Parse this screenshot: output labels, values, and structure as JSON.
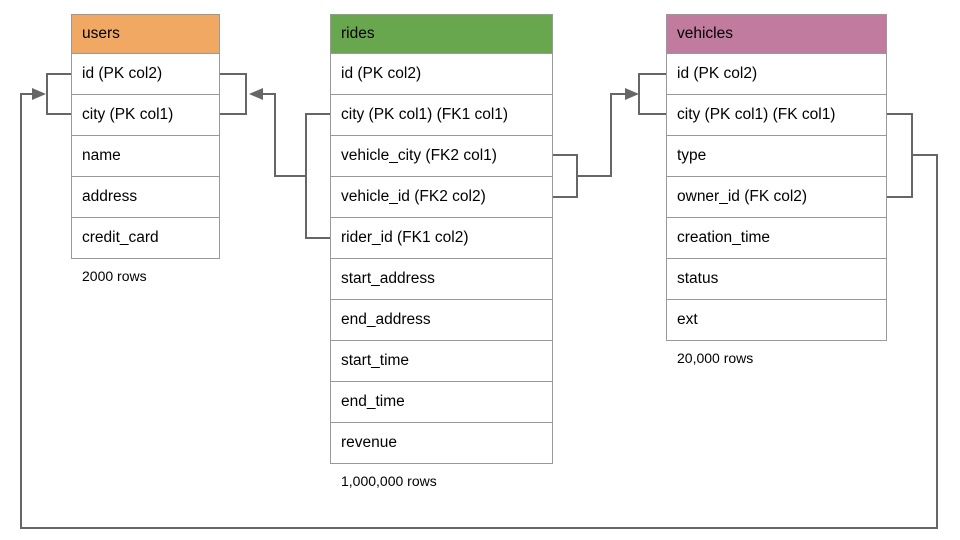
{
  "diagram": {
    "background_color": "#ffffff",
    "connector_color": "#666666",
    "cell_border_color": "#999999",
    "text_color": "#000000",
    "tables": [
      {
        "name": "users",
        "header_color": "#f0a862",
        "columns": [
          "id (PK col2)",
          "city (PK col1)",
          "name",
          "address",
          "credit_card"
        ],
        "row_count_label": "2000 rows"
      },
      {
        "name": "rides",
        "header_color": "#69a74e",
        "columns": [
          "id (PK col2)",
          "city (PK col1) (FK1 col1)",
          "vehicle_city (FK2 col1)",
          "vehicle_id (FK2 col2)",
          "rider_id (FK1 col2)",
          "start_address",
          "end_address",
          "start_time",
          "end_time",
          "revenue"
        ],
        "row_count_label": "1,000,000 rows"
      },
      {
        "name": "vehicles",
        "header_color": "#c07b9f",
        "columns": [
          "id (PK col2)",
          "city (PK col1) (FK col1)",
          "type",
          "owner_id (FK col2)",
          "creation_time",
          "status",
          "ext"
        ],
        "row_count_label": "20,000 rows"
      }
    ],
    "relationships": [
      {
        "id": "rides-fk1-users",
        "description": "rides (city, rider_id) FK1 references users (city, id) PK"
      },
      {
        "id": "rides-fk2-vehicles",
        "description": "rides (vehicle_city, vehicle_id) FK2 references vehicles (city, id) PK"
      },
      {
        "id": "vehicles-fk-users",
        "description": "vehicles (city, owner_id) FK references users (city, id) PK"
      }
    ]
  }
}
